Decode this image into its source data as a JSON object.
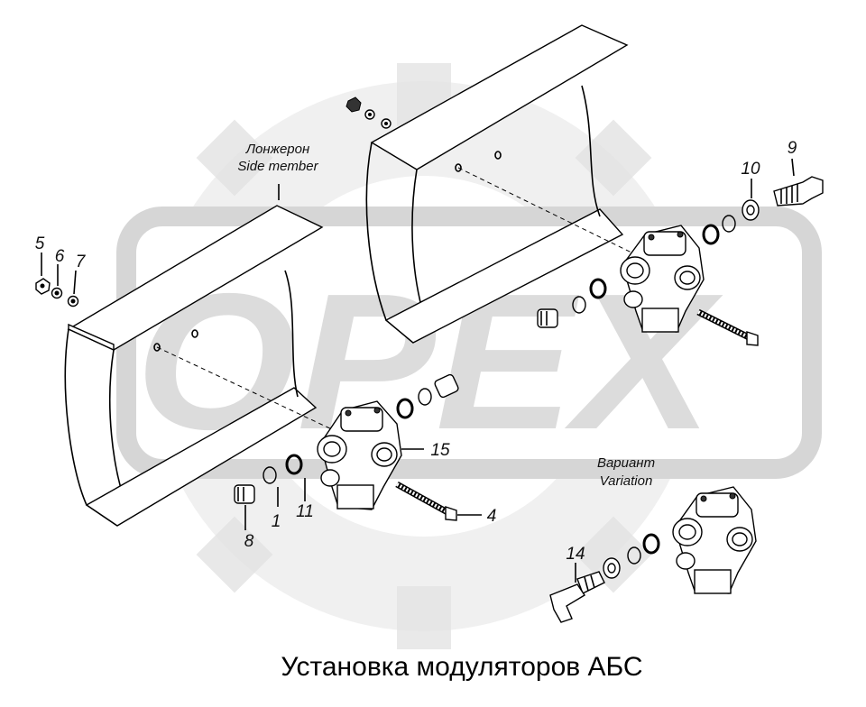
{
  "watermark": {
    "text": "OPEX"
  },
  "title": "Установка модуляторов АБС",
  "captions": {
    "side_member_ru": "Лонжерон",
    "side_member_en": "Side member",
    "variation_ru": "Вариант",
    "variation_en": "Variation"
  },
  "callouts": [
    {
      "id": "c1",
      "label": "1"
    },
    {
      "id": "c4",
      "label": "4"
    },
    {
      "id": "c5",
      "label": "5"
    },
    {
      "id": "c6",
      "label": "6"
    },
    {
      "id": "c7",
      "label": "7"
    },
    {
      "id": "c8",
      "label": "8"
    },
    {
      "id": "c9",
      "label": "9"
    },
    {
      "id": "c10",
      "label": "10"
    },
    {
      "id": "c11",
      "label": "11"
    },
    {
      "id": "c14",
      "label": "14"
    },
    {
      "id": "c15",
      "label": "15"
    }
  ]
}
